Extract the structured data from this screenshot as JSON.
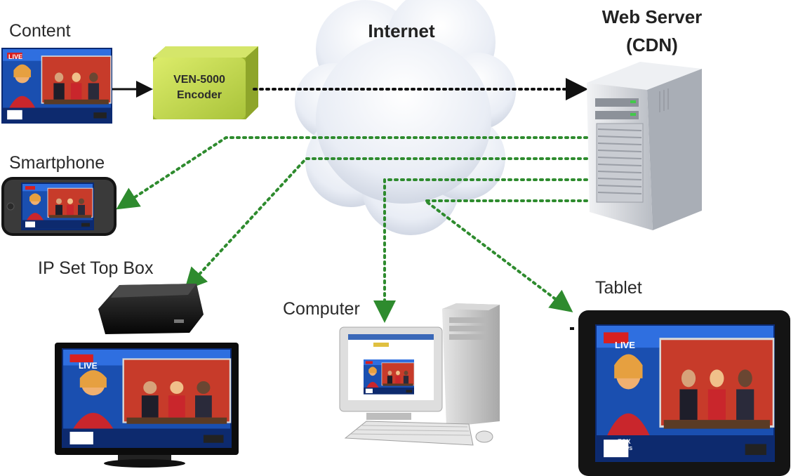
{
  "labels": {
    "content": "Content",
    "internet": "Internet",
    "web_server_line1": "Web Server",
    "web_server_line2": "(CDN)",
    "smartphone": "Smartphone",
    "ip_set_top_box": "IP Set Top Box",
    "computer": "Computer",
    "tablet": "Tablet"
  },
  "encoder": {
    "line1": "VEN-5000",
    "line2": "Encoder"
  },
  "screen_badges": {
    "live": "LIVE",
    "fox_line1": "FOX",
    "fox_line2": "NEWS"
  },
  "colors": {
    "stream_dots": "#2e8b2e",
    "encoder_fill": "#c6dc4a",
    "cloud_fill": "#eef2f8",
    "server_body": "#d8dbe0",
    "news_set_blue": "#1f5fc4",
    "anchor_red": "#c9262c"
  }
}
